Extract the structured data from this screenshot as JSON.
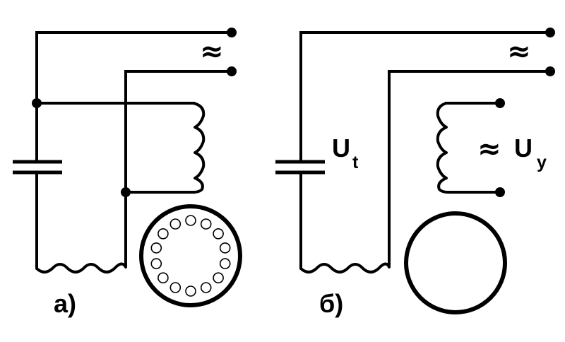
{
  "panel_a": {
    "label": "а)",
    "supply_symbol": "≈"
  },
  "panel_b": {
    "label": "б)",
    "supply_symbol": "≈",
    "capacitor_voltage_main": "U",
    "capacitor_voltage_sub": "t",
    "control_symbol": "≈",
    "control_voltage_main": "U",
    "control_voltage_sub": "y"
  }
}
